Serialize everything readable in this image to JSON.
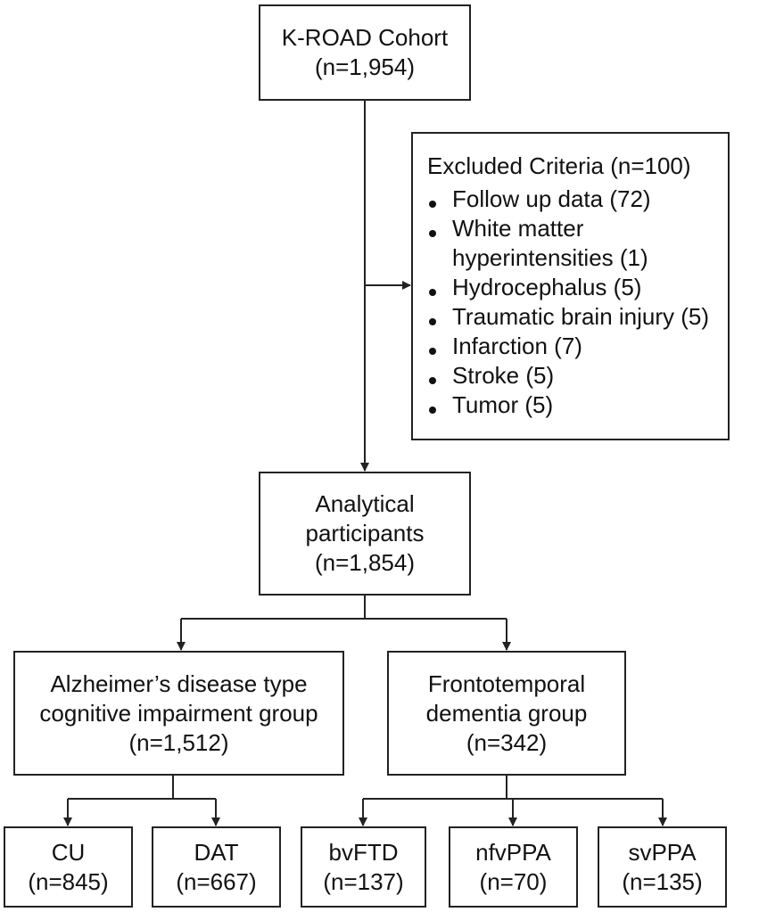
{
  "cohort": {
    "title": "K-ROAD Cohort",
    "count": "(n=1,954)"
  },
  "excluded": {
    "title": "Excluded Criteria (n=100)",
    "items": [
      {
        "lines": [
          "Follow up data (72)"
        ]
      },
      {
        "lines": [
          "White matter",
          "hyperintensities (1)"
        ]
      },
      {
        "lines": [
          "Hydrocephalus (5)"
        ]
      },
      {
        "lines": [
          "Traumatic brain injury (5)"
        ]
      },
      {
        "lines": [
          "Infarction (7)"
        ]
      },
      {
        "lines": [
          "Stroke (5)"
        ]
      },
      {
        "lines": [
          "Tumor (5)"
        ]
      }
    ]
  },
  "analytical": {
    "line1": "Analytical",
    "line2": "participants",
    "count": "(n=1,854)"
  },
  "ad_group": {
    "line1": "Alzheimer’s disease type",
    "line2": "cognitive impairment group",
    "count": "(n=1,512)"
  },
  "ftd_group": {
    "line1": "Frontotemporal",
    "line2": "dementia group",
    "count": "(n=342)"
  },
  "leaves": {
    "cu": {
      "label": "CU",
      "count": "(n=845)"
    },
    "dat": {
      "label": "DAT",
      "count": "(n=667)"
    },
    "bvftd": {
      "label": "bvFTD",
      "count": "(n=137)"
    },
    "nfvppa": {
      "label": "nfvPPA",
      "count": "(n=70)"
    },
    "svppa": {
      "label": "svPPA",
      "count": "(n=135)"
    }
  },
  "colors": {
    "line": "#222222",
    "text": "#111111",
    "background": "#ffffff"
  }
}
